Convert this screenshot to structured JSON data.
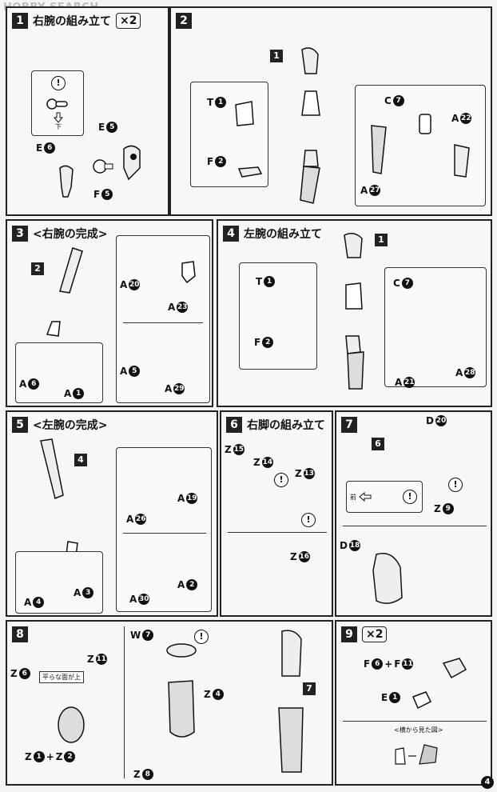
{
  "watermark": "HOBBY SEARCH",
  "page_number": "4",
  "steps": {
    "s1": {
      "num": "1",
      "title": "右腕の組み立て",
      "mult": "×2",
      "labels": {
        "e6": "E",
        "e6n": "6",
        "e5": "E",
        "e5n": "5",
        "f5": "F",
        "f5n": "5",
        "warn_note": "下"
      }
    },
    "s2": {
      "num": "2",
      "ref": "1",
      "labels": {
        "t1": "T",
        "t1n": "1",
        "f2": "F",
        "f2n": "2",
        "c7": "C",
        "c7n": "7",
        "a22": "A",
        "a22n": "22",
        "a27": "A",
        "a27n": "27"
      }
    },
    "s3": {
      "num": "3",
      "title": "<右腕の完成>",
      "ref": "2",
      "labels": {
        "a20": "A",
        "a20n": "20",
        "a23": "A",
        "a23n": "23",
        "a5": "A",
        "a5n": "5",
        "a29": "A",
        "a29n": "29",
        "a6": "A",
        "a6n": "6",
        "a1": "A",
        "a1n": "1"
      }
    },
    "s4": {
      "num": "4",
      "title": "左腕の組み立て",
      "ref": "1",
      "labels": {
        "t1": "T",
        "t1n": "1",
        "f2": "F",
        "f2n": "2",
        "c7": "C",
        "c7n": "7",
        "a21": "A",
        "a21n": "21",
        "a28": "A",
        "a28n": "28"
      }
    },
    "s5": {
      "num": "5",
      "title": "<左腕の完成>",
      "ref": "4",
      "labels": {
        "a26": "A",
        "a26n": "26",
        "a19": "A",
        "a19n": "19",
        "a4": "A",
        "a4n": "4",
        "a3": "A",
        "a3n": "3",
        "a2": "A",
        "a2n": "2",
        "a30": "A",
        "a30n": "30"
      }
    },
    "s6": {
      "num": "6",
      "title": "右脚の組み立て",
      "labels": {
        "z15": "Z",
        "z15n": "15",
        "z14": "Z",
        "z14n": "14",
        "z13": "Z",
        "z13n": "13",
        "z16": "Z",
        "z16n": "16"
      }
    },
    "s7": {
      "num": "7",
      "ref": "6",
      "front_note": "前",
      "labels": {
        "d20": "D",
        "d20n": "20",
        "z9": "Z",
        "z9n": "9",
        "d18": "D",
        "d18n": "18"
      }
    },
    "s8": {
      "num": "8",
      "ref": "7",
      "flat_note": "平らな面が上",
      "labels": {
        "z6": "Z",
        "z6n": "6",
        "z11": "Z",
        "z11n": "11",
        "w7": "W",
        "w7n": "7",
        "z4": "Z",
        "z4n": "4",
        "z1": "Z",
        "z1n": "1",
        "plus": "+",
        "z2": "Z",
        "z2n": "2",
        "z8": "Z",
        "z8n": "8"
      }
    },
    "s9": {
      "num": "9",
      "mult": "×2",
      "side_note": "<横から見た図>",
      "labels": {
        "f6": "F",
        "f6n": "6",
        "plus": "+",
        "f11": "F",
        "f11n": "11",
        "e1": "E",
        "e1n": "1"
      }
    }
  },
  "warning_symbol": "!",
  "icons": [
    "exclamation-icon",
    "connector-icon",
    "arrow-down-icon",
    "arrow-left-icon",
    "hand-part-icon"
  ]
}
